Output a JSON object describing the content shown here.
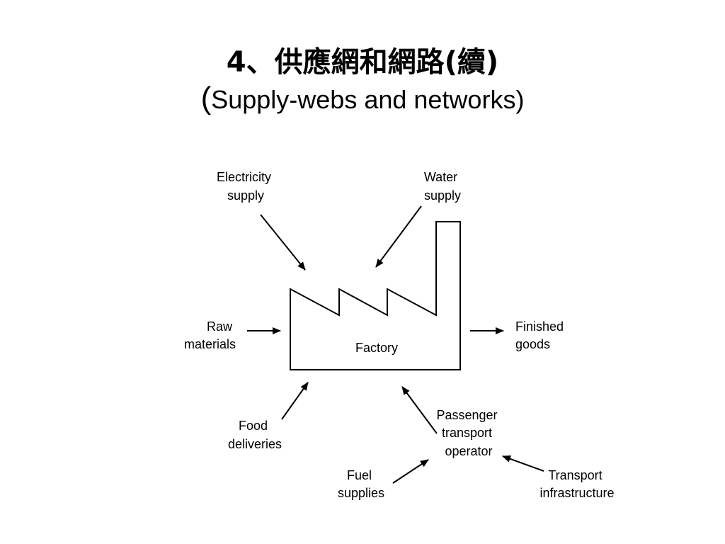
{
  "title": {
    "line1": "4、供應網和網路(續)",
    "line2_open": "(",
    "line2_text": "Supply-webs and networks)"
  },
  "diagram": {
    "factory_label": "Factory",
    "labels": {
      "electricity_1": "Electricity",
      "electricity_2": "supply",
      "water_1": "Water",
      "water_2": "supply",
      "raw_1": "Raw",
      "raw_2": "materials",
      "finished_1": "Finished",
      "finished_2": "goods",
      "food_1": "Food",
      "food_2": "deliveries",
      "passenger_1": "Passenger",
      "passenger_2": "transport",
      "passenger_3": "operator",
      "fuel_1": "Fuel",
      "fuel_2": "supplies",
      "transport_1": "Transport",
      "transport_2": "infrastructure"
    }
  }
}
